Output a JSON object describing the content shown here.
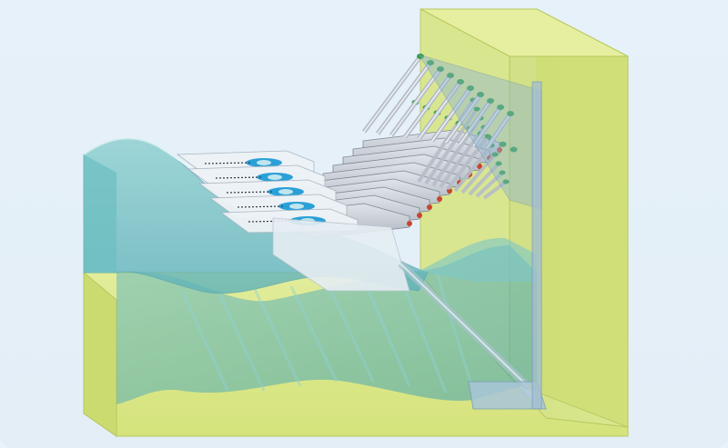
{
  "scene": {
    "subject": "wave-energy-converter-array",
    "colors": {
      "background": "#e6f1f9",
      "housing_fill": "#d7e67a",
      "housing_edge": "#b9c95a",
      "water_top": "#9fd3d3",
      "water_deep": "#4fa8b5",
      "float_metal": "#c9ced6",
      "float_edge": "#7e8794",
      "cylinder_joint": "#2e9e44",
      "pivot_red": "#c8452d",
      "rod": "#b6bdc7"
    },
    "units": {
      "float_count": 10,
      "labelled_float_count": 5
    },
    "icons": {
      "float_decal": "eye-shaped-blue-decal",
      "joint": "green-ring",
      "pivot": "red-dot"
    }
  }
}
